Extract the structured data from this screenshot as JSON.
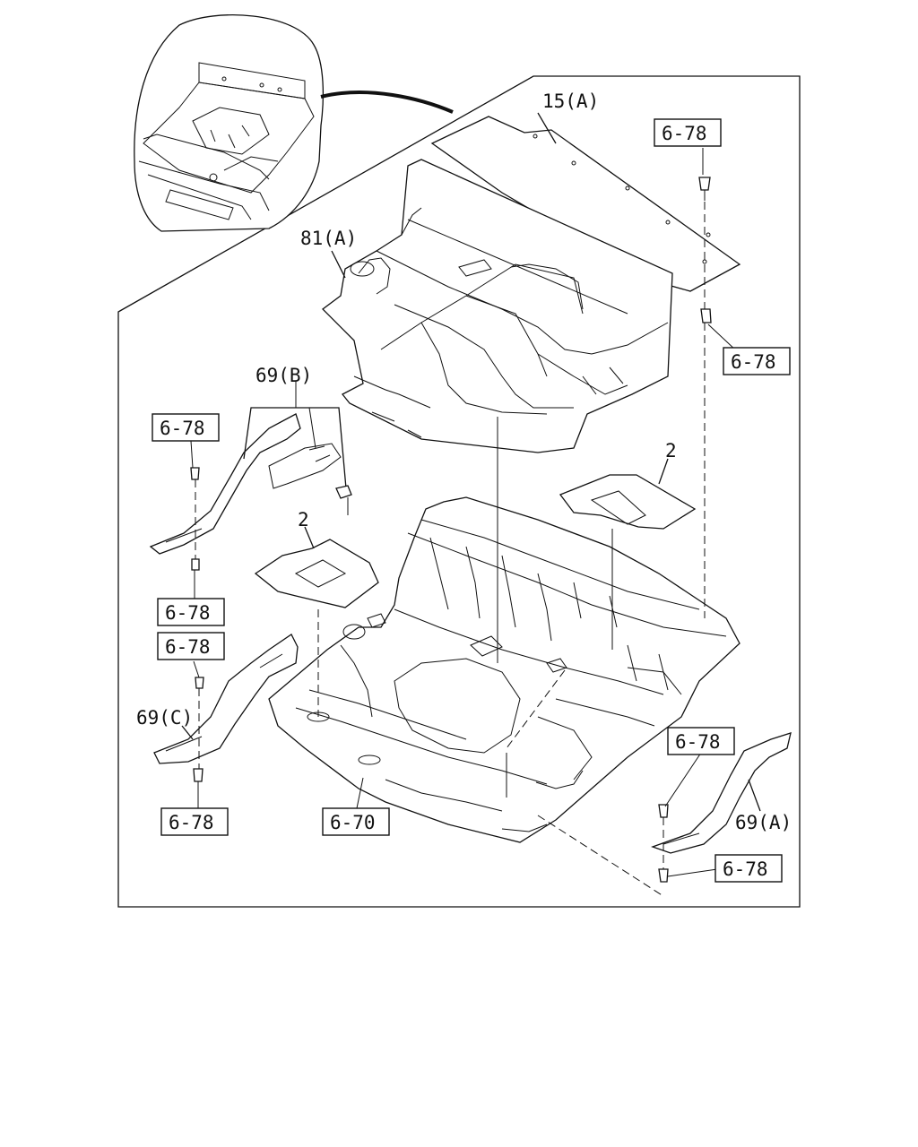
{
  "labels": {
    "part_15a": "15(A)",
    "part_81a": "81(A)",
    "part_69b": "69(B)",
    "part_69c": "69(C)",
    "part_69a": "69(A)",
    "part_2_right": "2",
    "part_2_left": "2",
    "ref_6_70": "6-70",
    "ref_6_78_top_right": "6-78",
    "ref_6_78_mid_right": "6-78",
    "ref_6_78_69b_top": "6-78",
    "ref_6_78_69b_bottom": "6-78",
    "ref_6_78_69c_top": "6-78",
    "ref_6_78_69c_bottom": "6-78",
    "ref_6_78_69a_top": "6-78",
    "ref_6_78_69a_bottom": "6-78"
  }
}
